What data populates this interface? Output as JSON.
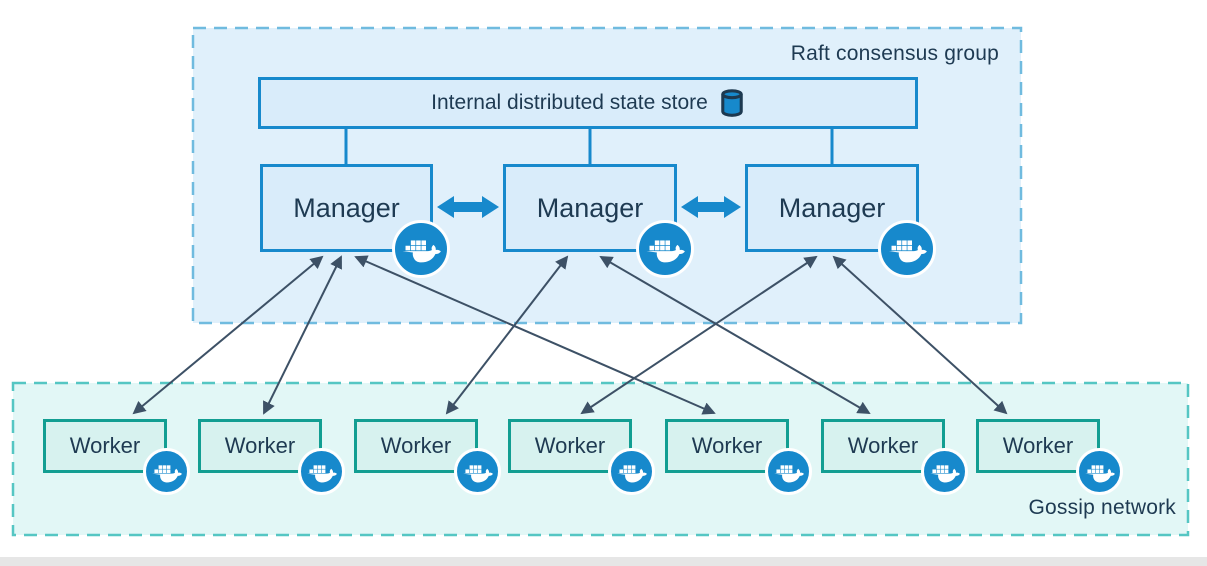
{
  "diagram": {
    "title_context": "Docker Swarm architecture",
    "groups": {
      "raft": {
        "label": "Raft consensus group"
      },
      "gossip": {
        "label": "Gossip network"
      }
    },
    "store": {
      "label": "Internal distributed state store",
      "icon": "database-icon"
    },
    "managers": [
      {
        "id": "manager-1",
        "label": "Manager",
        "icon": "docker-whale-icon"
      },
      {
        "id": "manager-2",
        "label": "Manager",
        "icon": "docker-whale-icon"
      },
      {
        "id": "manager-3",
        "label": "Manager",
        "icon": "docker-whale-icon"
      }
    ],
    "workers": [
      {
        "id": "worker-1",
        "label": "Worker",
        "icon": "docker-whale-icon"
      },
      {
        "id": "worker-2",
        "label": "Worker",
        "icon": "docker-whale-icon"
      },
      {
        "id": "worker-3",
        "label": "Worker",
        "icon": "docker-whale-icon"
      },
      {
        "id": "worker-4",
        "label": "Worker",
        "icon": "docker-whale-icon"
      },
      {
        "id": "worker-5",
        "label": "Worker",
        "icon": "docker-whale-icon"
      },
      {
        "id": "worker-6",
        "label": "Worker",
        "icon": "docker-whale-icon"
      },
      {
        "id": "worker-7",
        "label": "Worker",
        "icon": "docker-whale-icon"
      }
    ],
    "edges": {
      "store_links": [
        "store->manager-1",
        "store->manager-2",
        "store->manager-3"
      ],
      "manager_peer_links": [
        "manager-1<->manager-2",
        "manager-2<->manager-3"
      ],
      "manager_worker_links": [
        {
          "from": "manager-1",
          "to": "worker-1",
          "bidirectional": true
        },
        {
          "from": "manager-1",
          "to": "worker-2",
          "bidirectional": true
        },
        {
          "from": "manager-1",
          "to": "worker-5",
          "bidirectional": true
        },
        {
          "from": "manager-2",
          "to": "worker-3",
          "bidirectional": true
        },
        {
          "from": "manager-2",
          "to": "worker-6",
          "bidirectional": true
        },
        {
          "from": "manager-3",
          "to": "worker-4",
          "bidirectional": true
        },
        {
          "from": "manager-3",
          "to": "worker-7",
          "bidirectional": true
        }
      ]
    },
    "colors": {
      "docker_blue": "#1789cc",
      "manager_fill": "#d9ecfa",
      "raft_fill": "#e0f0fb",
      "raft_dash": "#70bbdf",
      "worker_fill": "#d7f2ef",
      "worker_border": "#129e92",
      "gossip_fill": "#e2f7f6",
      "gossip_dash": "#55c6c3",
      "thin_arrow": "#3d5166",
      "text": "#1e3a52"
    }
  }
}
